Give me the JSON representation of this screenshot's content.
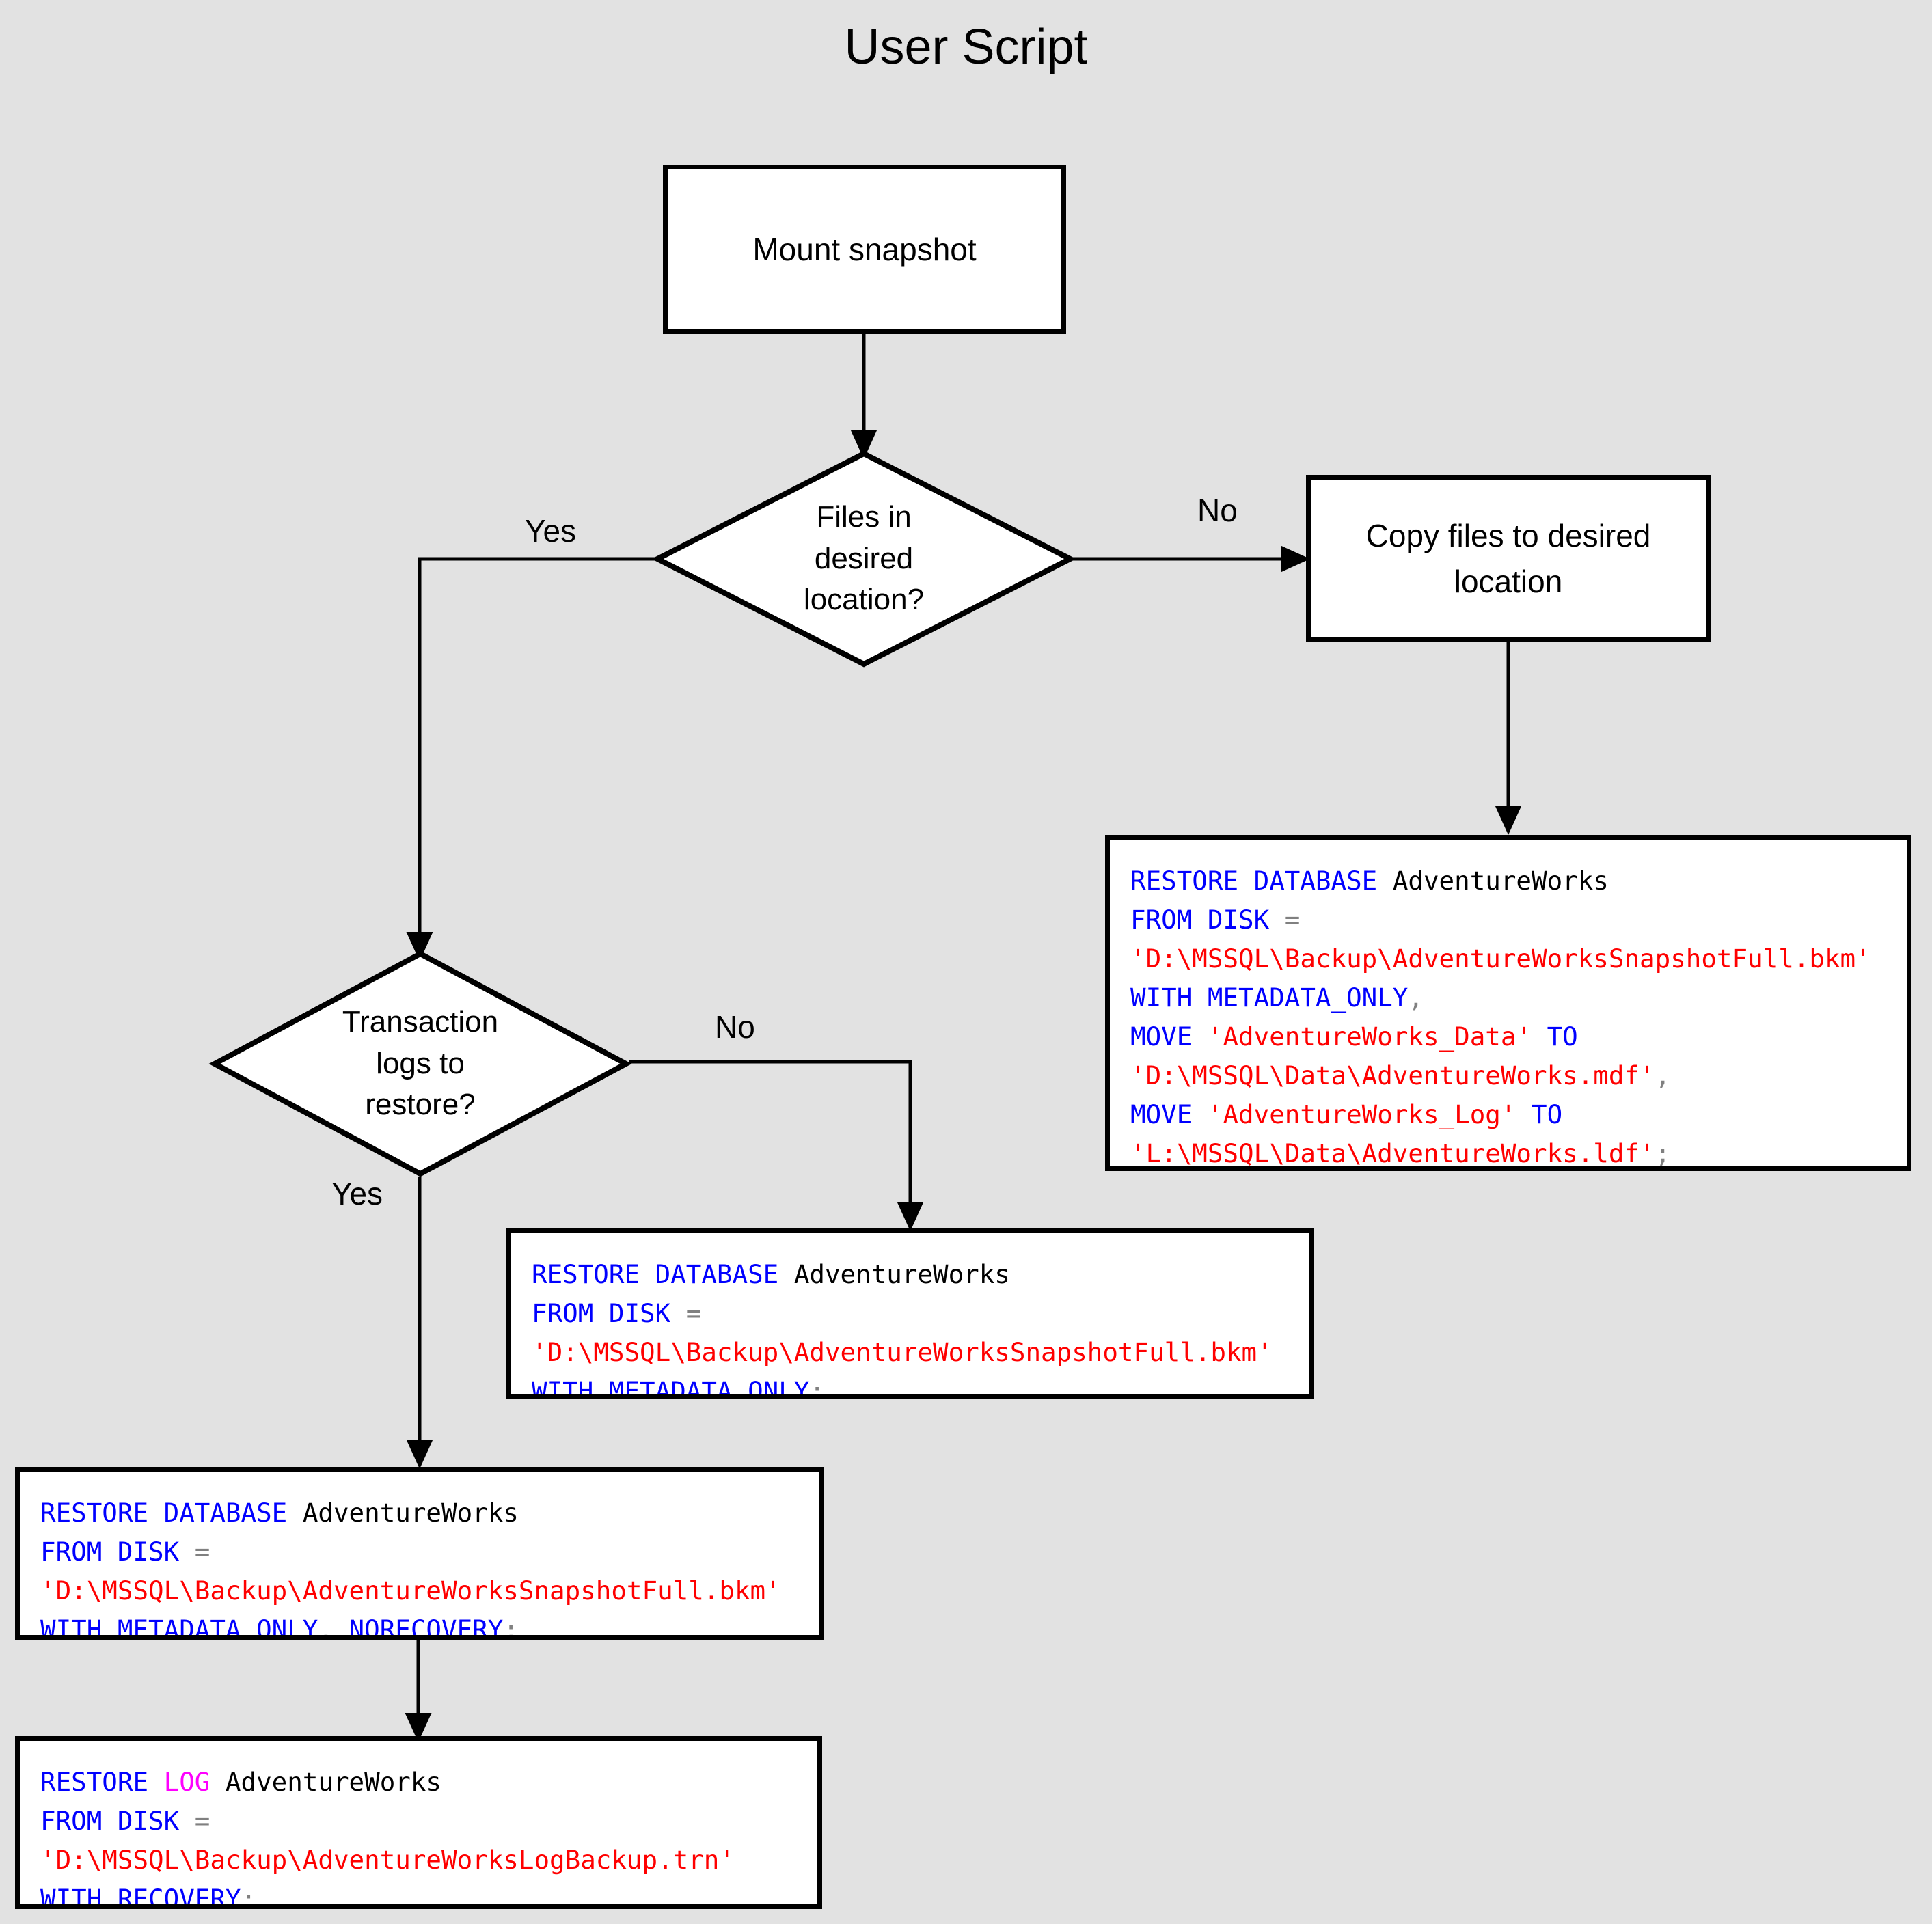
{
  "title": "User Script",
  "colors": {
    "background": "#e2e2e2",
    "node_fill": "#ffffff",
    "node_stroke": "#000000",
    "keyword": "#0000ff",
    "keyword_alt": "#ff00ff",
    "string": "#ff0000",
    "plain": "#000000",
    "punctuation": "#808080"
  },
  "nodes": {
    "mount_snapshot": {
      "label": "Mount snapshot",
      "type": "process"
    },
    "files_in_location": {
      "label_lines": [
        "Files in",
        "desired",
        "location?"
      ],
      "type": "decision"
    },
    "copy_files": {
      "label_lines": [
        "Copy files to desired",
        "location"
      ],
      "type": "process"
    },
    "transaction_logs": {
      "label_lines": [
        "Transaction",
        "logs to",
        "restore?"
      ],
      "type": "decision"
    }
  },
  "edge_labels": {
    "files_yes": "Yes",
    "files_no": "No",
    "logs_yes": "Yes",
    "logs_no": "No"
  },
  "sql_boxes": {
    "restore_with_move": {
      "name": "restore-database-with-move",
      "lines": [
        [
          {
            "t": "RESTORE DATABASE ",
            "c": "kw"
          },
          {
            "t": "AdventureWorks",
            "c": "pl"
          }
        ],
        [
          {
            "t": "FROM DISK ",
            "c": "kw"
          },
          {
            "t": "=",
            "c": "pun"
          }
        ],
        [
          {
            "t": "'D:\\MSSQL\\Backup\\AdventureWorksSnapshotFull.bkm'",
            "c": "str"
          }
        ],
        [
          {
            "t": "WITH METADATA_ONLY",
            "c": "kw"
          },
          {
            "t": ",",
            "c": "pun"
          }
        ],
        [
          {
            "t": "MOVE ",
            "c": "kw"
          },
          {
            "t": "'AdventureWorks_Data'",
            "c": "str"
          },
          {
            "t": " TO",
            "c": "kw"
          }
        ],
        [
          {
            "t": "'D:\\MSSQL\\Data\\AdventureWorks.mdf'",
            "c": "str"
          },
          {
            "t": ",",
            "c": "pun"
          }
        ],
        [
          {
            "t": "MOVE ",
            "c": "kw"
          },
          {
            "t": "'AdventureWorks_Log'",
            "c": "str"
          },
          {
            "t": " TO",
            "c": "kw"
          }
        ],
        [
          {
            "t": "'L:\\MSSQL\\Data\\AdventureWorks.ldf'",
            "c": "str"
          },
          {
            "t": ";",
            "c": "pun"
          }
        ]
      ]
    },
    "restore_metadata_only": {
      "name": "restore-database-metadata-only",
      "lines": [
        [
          {
            "t": "RESTORE DATABASE ",
            "c": "kw"
          },
          {
            "t": "AdventureWorks",
            "c": "pl"
          }
        ],
        [
          {
            "t": "FROM DISK ",
            "c": "kw"
          },
          {
            "t": "=",
            "c": "pun"
          }
        ],
        [
          {
            "t": "'D:\\MSSQL\\Backup\\AdventureWorksSnapshotFull.bkm'",
            "c": "str"
          }
        ],
        [
          {
            "t": "WITH METADATA_ONLY",
            "c": "kw"
          },
          {
            "t": ";",
            "c": "pun"
          }
        ]
      ]
    },
    "restore_norecovery": {
      "name": "restore-database-norecovery",
      "lines": [
        [
          {
            "t": "RESTORE DATABASE ",
            "c": "kw"
          },
          {
            "t": "AdventureWorks",
            "c": "pl"
          }
        ],
        [
          {
            "t": "FROM DISK ",
            "c": "kw"
          },
          {
            "t": "=",
            "c": "pun"
          }
        ],
        [
          {
            "t": "'D:\\MSSQL\\Backup\\AdventureWorksSnapshotFull.bkm'",
            "c": "str"
          }
        ],
        [
          {
            "t": "WITH METADATA_ONLY",
            "c": "kw"
          },
          {
            "t": ",",
            "c": "pun"
          },
          {
            "t": " NORECOVERY",
            "c": "kw"
          },
          {
            "t": ";",
            "c": "pun"
          }
        ]
      ]
    },
    "restore_log": {
      "name": "restore-log-recovery",
      "lines": [
        [
          {
            "t": "RESTORE ",
            "c": "kw"
          },
          {
            "t": "LOG",
            "c": "kwm"
          },
          {
            "t": " AdventureWorks",
            "c": "pl"
          }
        ],
        [
          {
            "t": "FROM DISK ",
            "c": "kw"
          },
          {
            "t": "=",
            "c": "pun"
          }
        ],
        [
          {
            "t": "'D:\\MSSQL\\Backup\\AdventureWorksLogBackup.trn'",
            "c": "str"
          }
        ],
        [
          {
            "t": "WITH RECOVERY",
            "c": "kw"
          },
          {
            "t": ";",
            "c": "pun"
          }
        ]
      ]
    }
  }
}
